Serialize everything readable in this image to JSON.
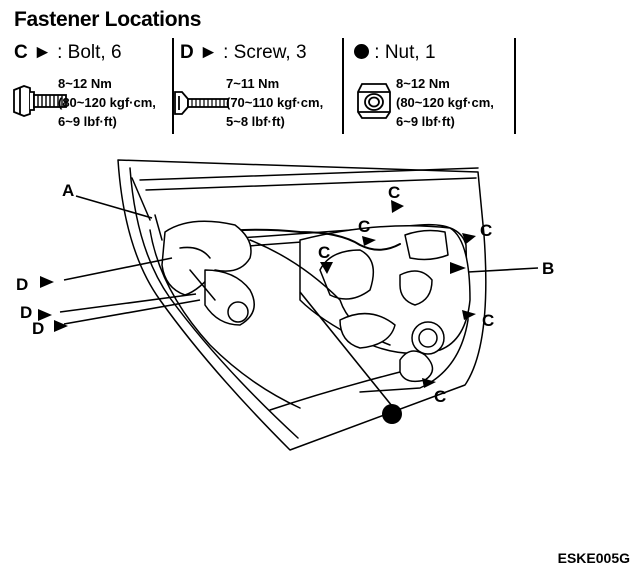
{
  "title": "Fastener Locations",
  "legend": {
    "bolt": {
      "symbol": "C",
      "label": ": Bolt, 6",
      "torque": "8~12 Nm",
      "kgf": "(80~120 kgf·cm,",
      "lbf": "6~9 lbf·ft)"
    },
    "screw": {
      "symbol": "D",
      "label": ": Screw, 3",
      "torque": "7~11 Nm",
      "kgf": "(70~110 kgf·cm,",
      "lbf": "5~8 lbf·ft)"
    },
    "nut": {
      "label": ": Nut, 1",
      "torque": "8~12 Nm",
      "kgf": "(80~120 kgf·cm,",
      "lbf": "6~9 lbf·ft)"
    }
  },
  "callouts": {
    "a": "A",
    "b": "B",
    "c": "C",
    "d": "D"
  },
  "figure_code": "ESKE005G"
}
